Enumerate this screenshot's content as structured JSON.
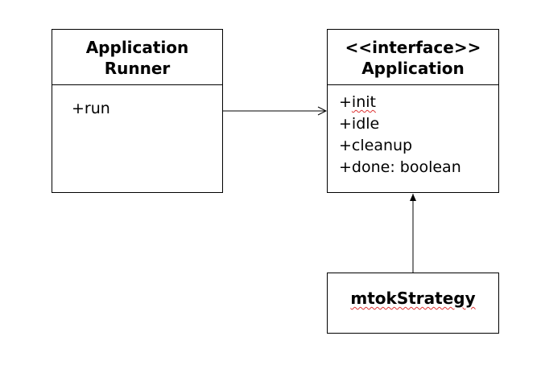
{
  "classes": {
    "runner": {
      "name_line1": "Application",
      "name_line2": "Runner",
      "members": [
        "+run"
      ]
    },
    "application": {
      "stereotype": "<<interface>>",
      "name": "Application",
      "members": [
        "+init",
        "+idle",
        "+cleanup",
        "+done: boolean"
      ]
    },
    "strategy": {
      "name": "mtokStrategy"
    }
  },
  "relations": [
    {
      "from": "Application Runner",
      "to": "Application",
      "kind": "association"
    },
    {
      "from": "mtokStrategy",
      "to": "Application",
      "kind": "dependency"
    }
  ]
}
